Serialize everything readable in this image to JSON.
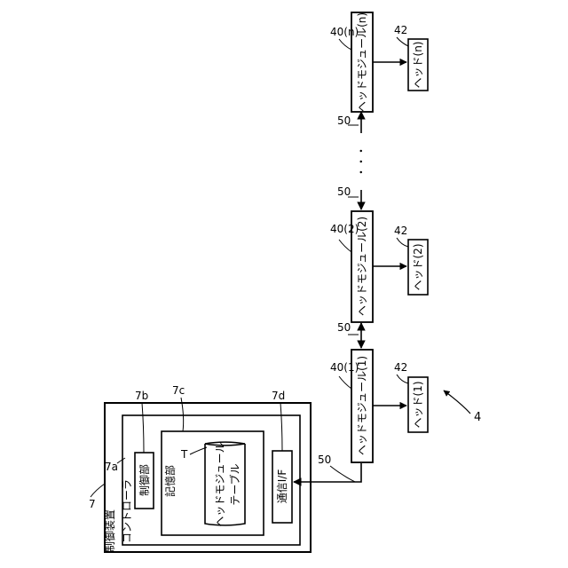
{
  "figure_number": "4",
  "control_device": {
    "ref": "7",
    "label": "制御装置"
  },
  "controller": {
    "ref": "7a",
    "label": "コントローラ"
  },
  "control_unit": {
    "ref": "7b",
    "label": "制御部"
  },
  "storage_unit": {
    "ref": "7c",
    "label": "記憶部"
  },
  "table": {
    "ref": "T",
    "line1": "ヘッドモジュール",
    "line2": "テーブル"
  },
  "comm_if": {
    "ref": "7d",
    "label": "通信I/F"
  },
  "bus_ref": "50",
  "ellipsis": "・・・",
  "modules": [
    {
      "ref": "40(1)",
      "label": "ヘッドモジュール(1)",
      "head_ref": "42",
      "head_label": "ヘッド(1)"
    },
    {
      "ref": "40(2)",
      "label": "ヘッドモジュール(2)",
      "head_ref": "42",
      "head_label": "ヘッド(2)"
    },
    {
      "ref": "40(n)",
      "label": "ヘッドモジュール(n)",
      "head_ref": "42",
      "head_label": "ヘッド(n)"
    }
  ]
}
